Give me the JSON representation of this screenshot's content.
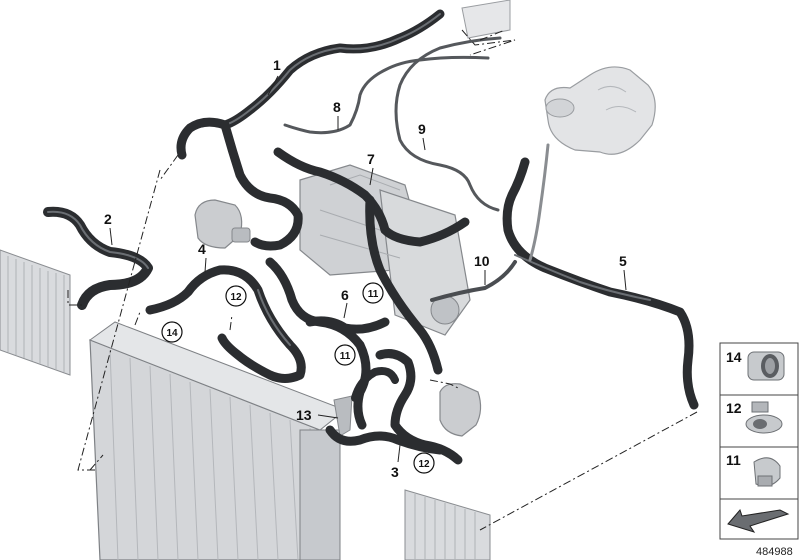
{
  "diagram": {
    "callouts": [
      "1",
      "2",
      "3",
      "4",
      "5",
      "6",
      "7",
      "8",
      "9",
      "10",
      "13"
    ],
    "circled_callouts": [
      "14",
      "12",
      "11",
      "11",
      "12"
    ],
    "parts_legend": [
      {
        "number": "14",
        "icon": "hose-connector-icon"
      },
      {
        "number": "12",
        "icon": "hose-clip-icon"
      },
      {
        "number": "11",
        "icon": "hose-clamp-icon"
      }
    ],
    "document_number": "484988"
  },
  "colors": {
    "hose": "#2b2d30",
    "hose_highlight": "#6a6e73",
    "component": "#c9ccd0",
    "leader": "#222222"
  }
}
